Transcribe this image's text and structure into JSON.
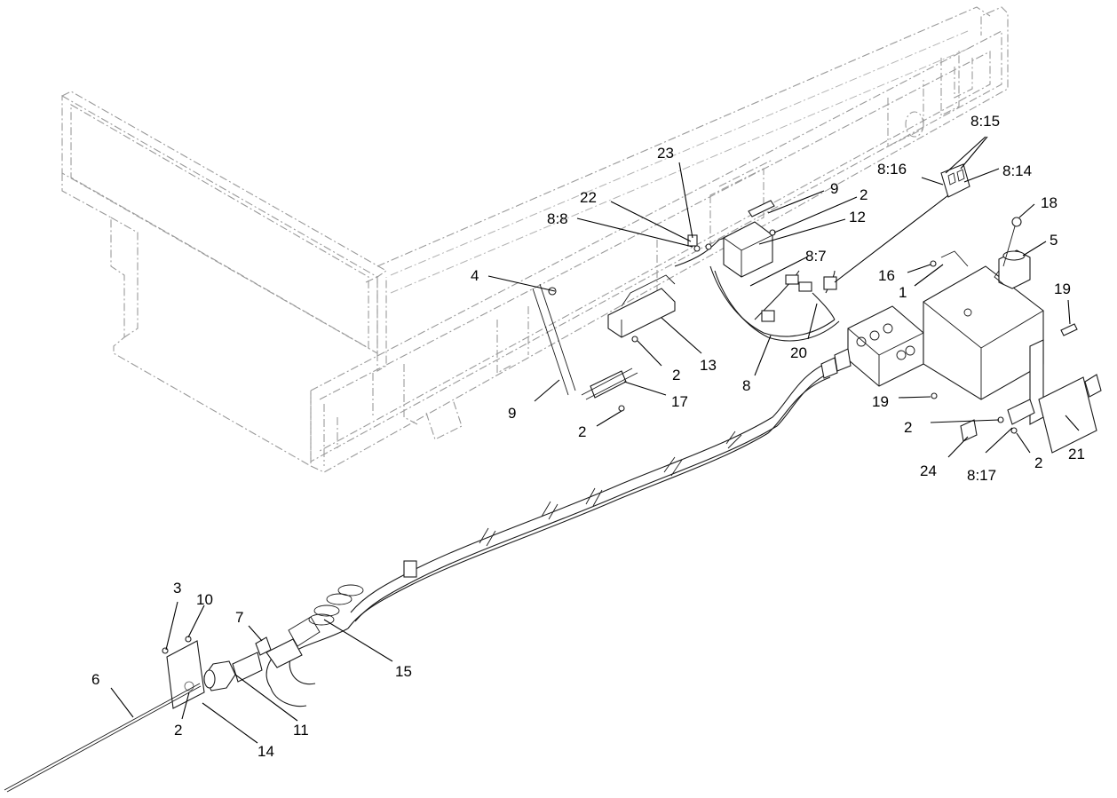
{
  "callouts": [
    {
      "id": "c-23",
      "text": "23"
    },
    {
      "id": "c-22",
      "text": "22"
    },
    {
      "id": "c-8-8",
      "text": "8:8"
    },
    {
      "id": "c-4",
      "text": "4"
    },
    {
      "id": "c-9a",
      "text": "9"
    },
    {
      "id": "c-2a",
      "text": "2"
    },
    {
      "id": "c-12",
      "text": "12"
    },
    {
      "id": "c-8-7",
      "text": "8:7"
    },
    {
      "id": "c-8-15",
      "text": "8:15"
    },
    {
      "id": "c-8-16",
      "text": "8:16"
    },
    {
      "id": "c-8-14",
      "text": "8:14"
    },
    {
      "id": "c-18",
      "text": "18"
    },
    {
      "id": "c-5",
      "text": "5"
    },
    {
      "id": "c-16",
      "text": "16"
    },
    {
      "id": "c-1",
      "text": "1"
    },
    {
      "id": "c-19a",
      "text": "19"
    },
    {
      "id": "c-20",
      "text": "20"
    },
    {
      "id": "c-8",
      "text": "8"
    },
    {
      "id": "c-13",
      "text": "13"
    },
    {
      "id": "c-2b",
      "text": "2"
    },
    {
      "id": "c-9b",
      "text": "9"
    },
    {
      "id": "c-17",
      "text": "17"
    },
    {
      "id": "c-2c",
      "text": "2"
    },
    {
      "id": "c-19b",
      "text": "19"
    },
    {
      "id": "c-2d",
      "text": "2"
    },
    {
      "id": "c-24",
      "text": "24"
    },
    {
      "id": "c-8-17",
      "text": "8:17"
    },
    {
      "id": "c-2e",
      "text": "2"
    },
    {
      "id": "c-21",
      "text": "21"
    },
    {
      "id": "c-3",
      "text": "3"
    },
    {
      "id": "c-10",
      "text": "10"
    },
    {
      "id": "c-7",
      "text": "7"
    },
    {
      "id": "c-15",
      "text": "15"
    },
    {
      "id": "c-6",
      "text": "6"
    },
    {
      "id": "c-2f",
      "text": "2"
    },
    {
      "id": "c-11",
      "text": "11"
    },
    {
      "id": "c-14",
      "text": "14"
    }
  ]
}
